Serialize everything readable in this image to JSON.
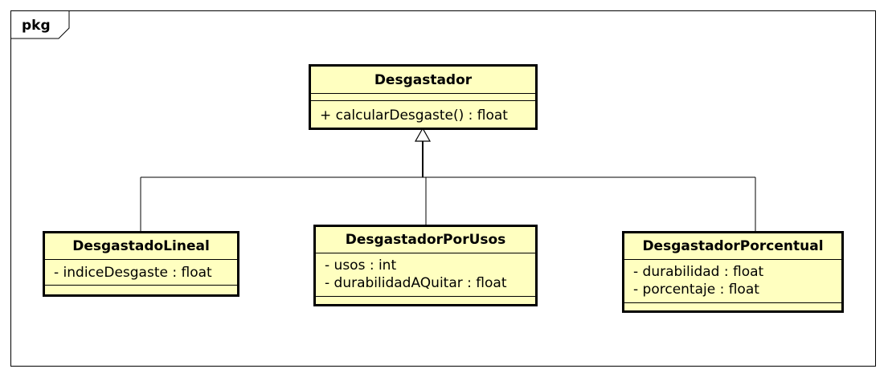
{
  "package": {
    "label": "pkg"
  },
  "classes": {
    "desgastador": {
      "name": "Desgastador",
      "attributes": [],
      "operations": [
        "+ calcularDesgaste() : float"
      ]
    },
    "lineal": {
      "name": "DesgastadoLineal",
      "attributes": [
        "- indiceDesgaste : float"
      ],
      "operations": []
    },
    "por_usos": {
      "name": "DesgastadorPorUsos",
      "attributes": [
        "- usos : int",
        "- durabilidadAQuitar : float"
      ],
      "operations": []
    },
    "porcentual": {
      "name": "DesgastadorPorcentual",
      "attributes": [
        "- durabilidad : float",
        "- porcentaje : float"
      ],
      "operations": []
    }
  },
  "relationships": [
    {
      "type": "generalization",
      "from": "lineal",
      "to": "desgastador"
    },
    {
      "type": "generalization",
      "from": "por_usos",
      "to": "desgastador"
    },
    {
      "type": "generalization",
      "from": "porcentual",
      "to": "desgastador"
    }
  ],
  "colors": {
    "class_fill": "#ffffc0",
    "line": "#000000",
    "background": "#ffffff"
  }
}
